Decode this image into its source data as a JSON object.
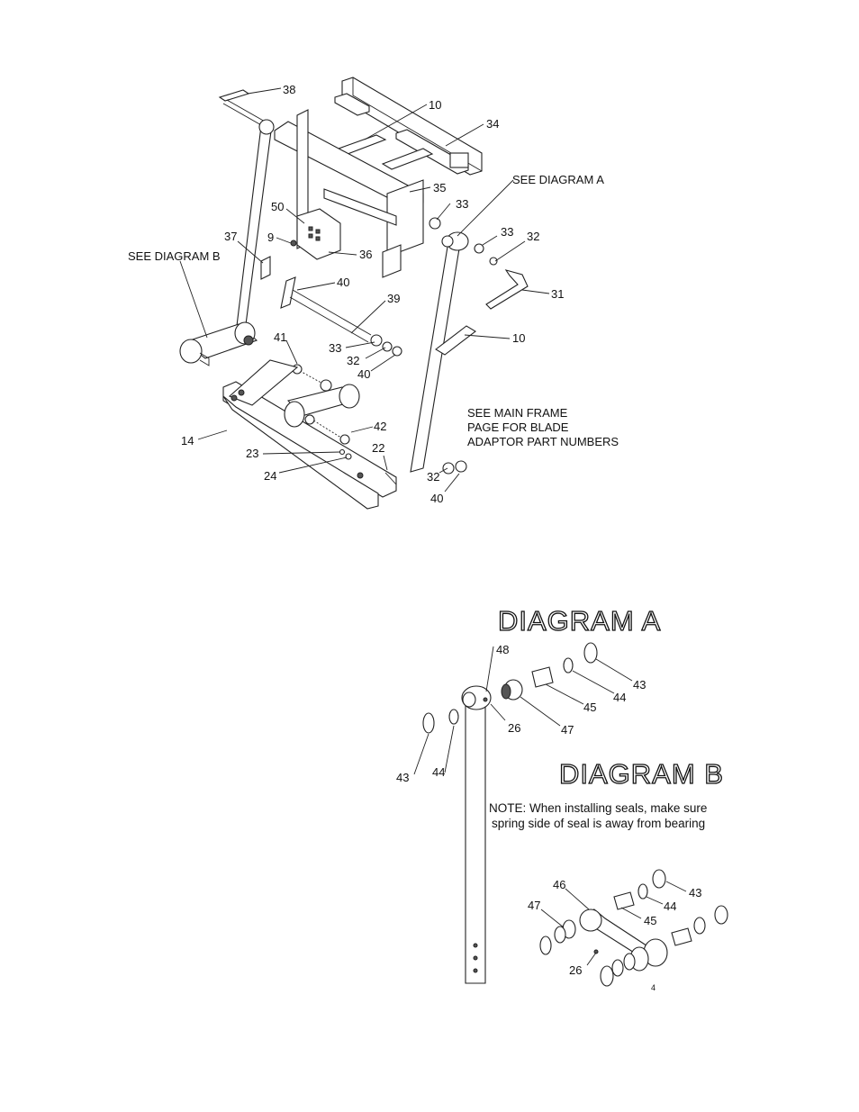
{
  "callouts": {
    "c38": "38",
    "c10a": "10",
    "c34": "34",
    "c35": "35",
    "c33a": "33",
    "c50": "50",
    "c37": "37",
    "c9": "9",
    "c36": "36",
    "c40a": "40",
    "c39": "39",
    "c33b": "33",
    "c32a": "32",
    "c31": "31",
    "c10b": "10",
    "c41": "41",
    "c33c": "33",
    "c32b": "32",
    "c40b": "40",
    "c42": "42",
    "c14": "14",
    "c23": "23",
    "c22": "22",
    "c24": "24",
    "c32c": "32",
    "c40c": "40",
    "a48": "48",
    "a26": "26",
    "a47": "47",
    "a45": "45",
    "a44": "44",
    "a43": "43",
    "a43b": "43",
    "a44b": "44",
    "b46": "46",
    "b43": "43",
    "b44": "44",
    "b47": "47",
    "b45": "45",
    "b26": "26"
  },
  "notes": {
    "see_diagram_a": "SEE DIAGRAM A",
    "see_diagram_b": "SEE DIAGRAM B",
    "main_frame_1": "SEE MAIN FRAME",
    "main_frame_2": "PAGE FOR BLADE",
    "main_frame_3": "ADAPTOR PART NUMBERS"
  },
  "diagram_a": {
    "title": "DIAGRAM  A"
  },
  "diagram_b": {
    "title": "DIAGRAM  B",
    "note_line1": "NOTE: When installing seals, make sure",
    "note_line2": "spring side of seal is away from bearing"
  },
  "page_mark": "4"
}
